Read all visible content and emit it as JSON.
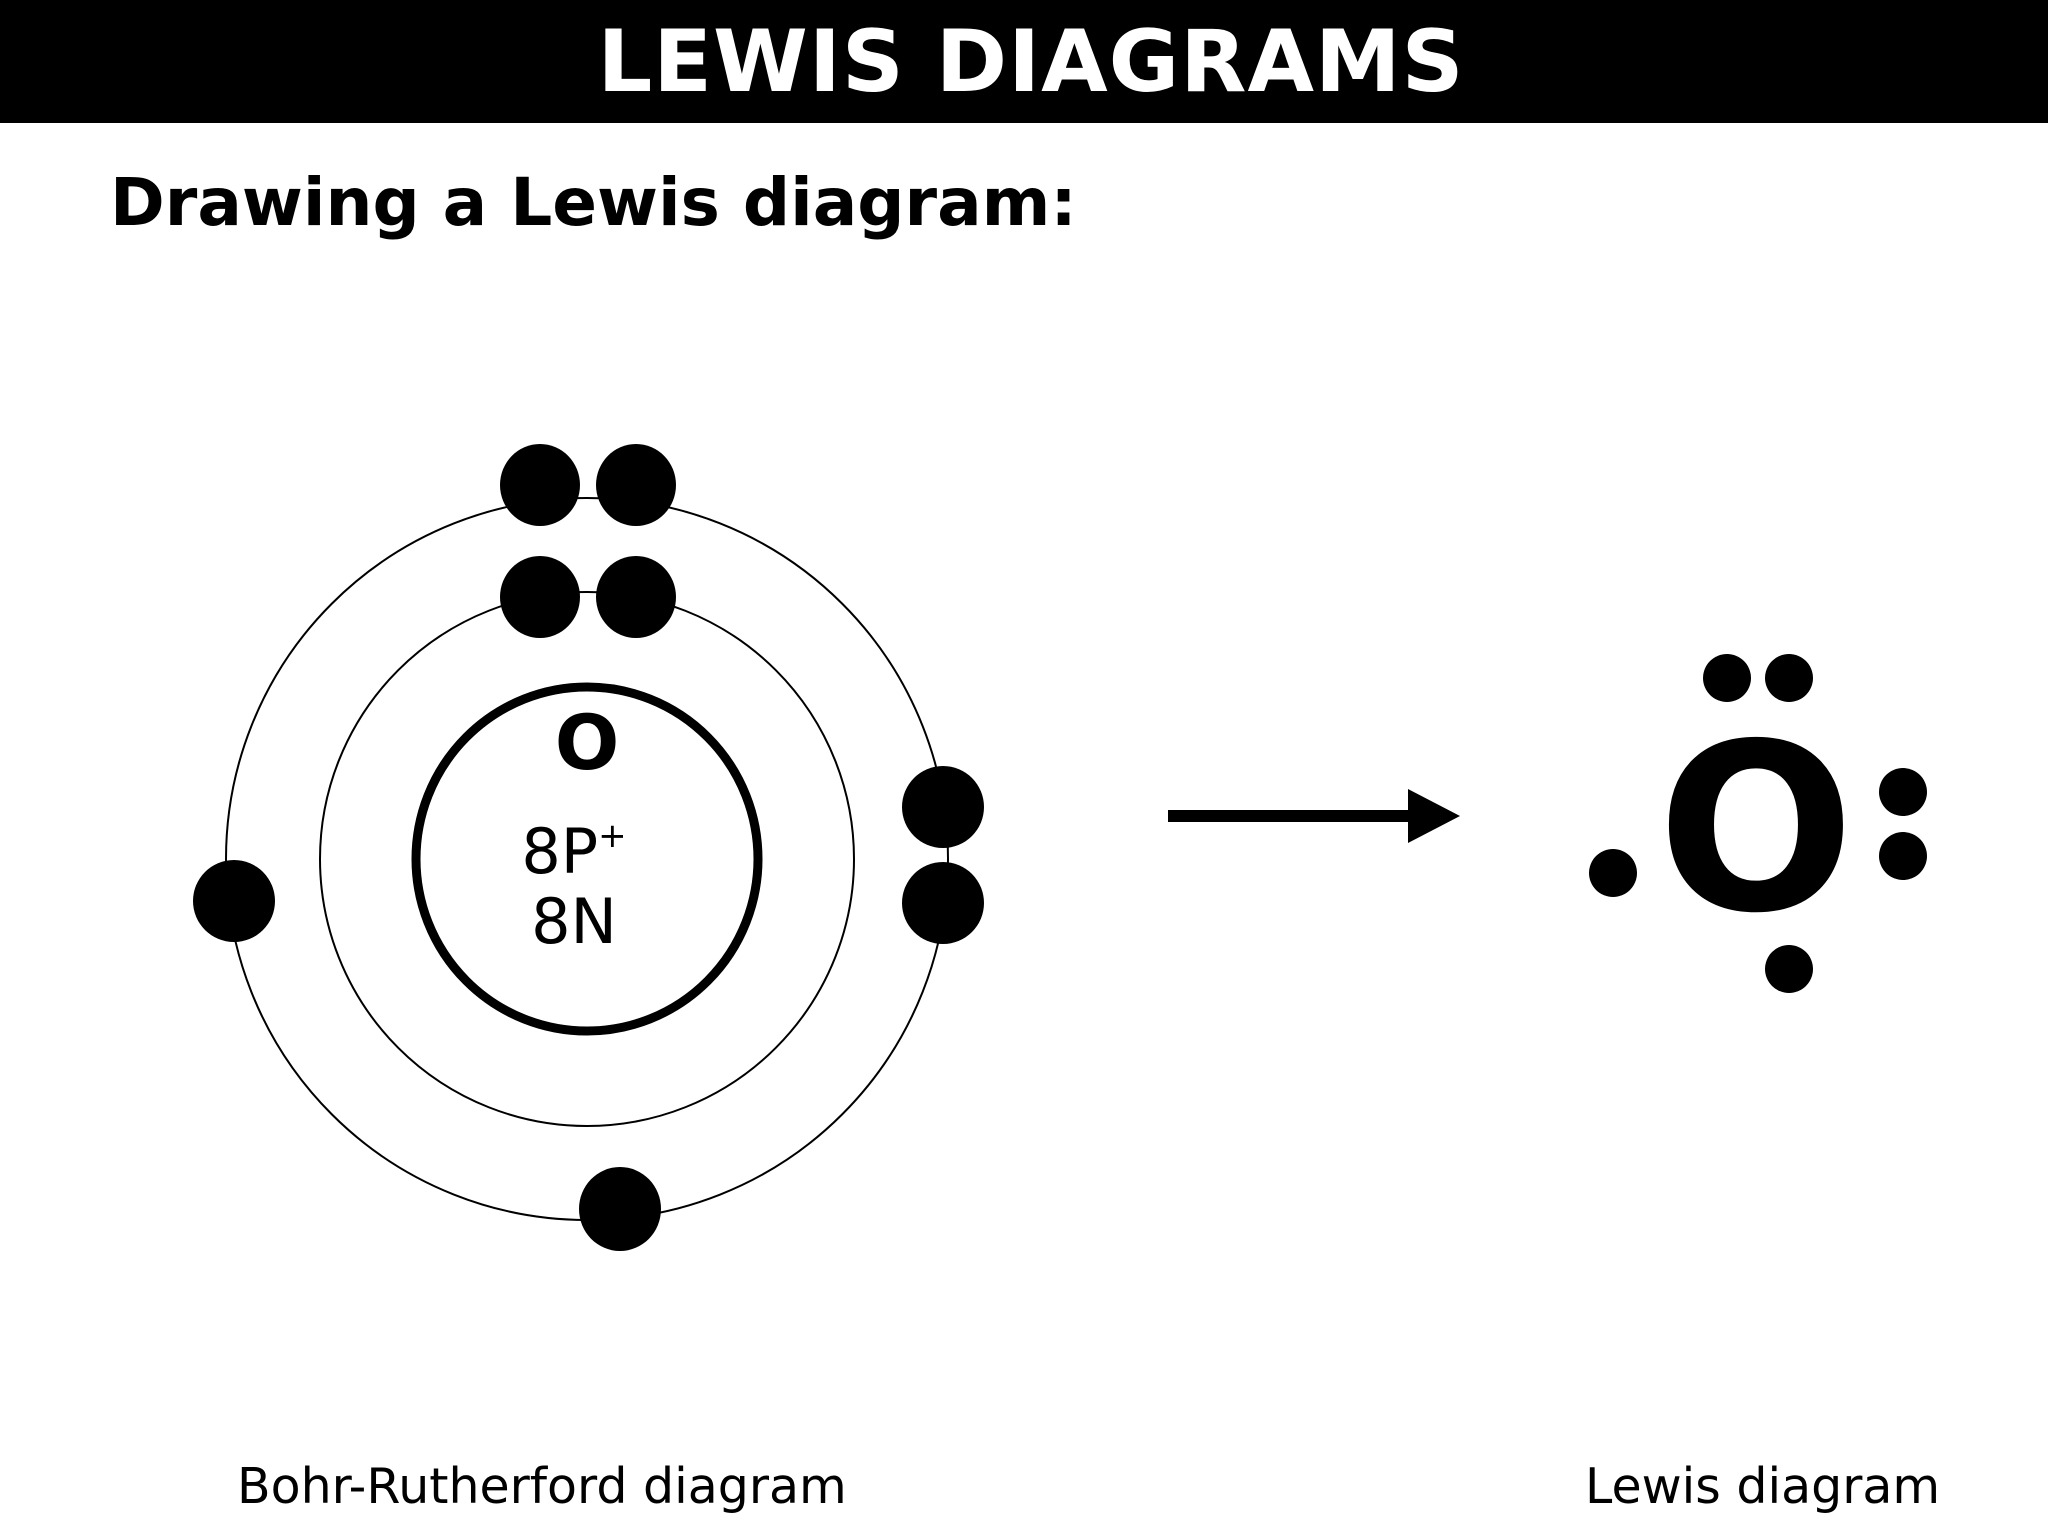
{
  "header": {
    "title": "LEWIS DIAGRAMS"
  },
  "subtitle": "Drawing a Lewis diagram:",
  "bohr_diagram": {
    "element_symbol": "O",
    "protons": "8P",
    "proton_charge": "+",
    "neutrons": "8N",
    "shell_electrons": [
      2,
      6
    ],
    "caption": "Bohr-Rutherford diagram"
  },
  "lewis_diagram": {
    "element_symbol": "O",
    "valence_electrons": 6,
    "caption": "Lewis diagram"
  },
  "colors": {
    "title_bar": "#000000",
    "title_text": "#ffffff",
    "ink": "#000000",
    "background": "#ffffff"
  }
}
